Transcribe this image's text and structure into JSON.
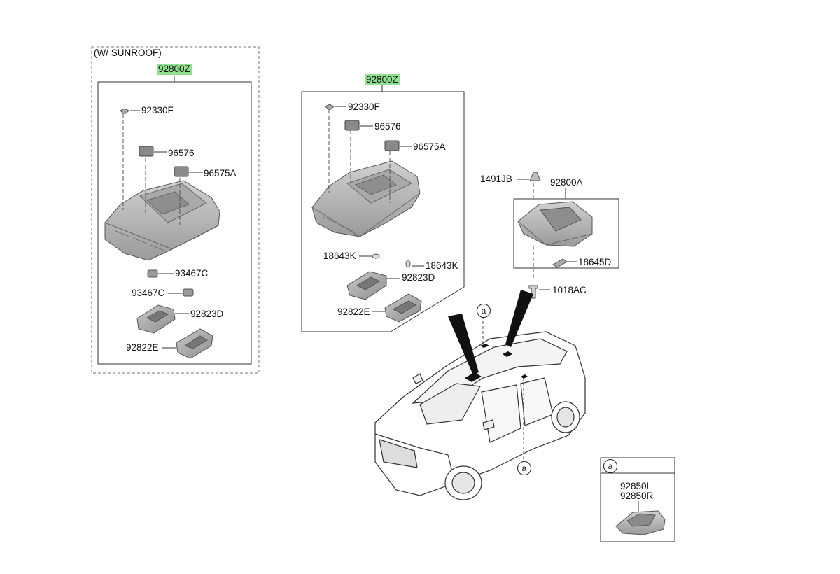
{
  "group_sunroof": {
    "condition": "(W/ SUNROOF)",
    "assembly": "92800Z",
    "parts": {
      "p92330F": "92330F",
      "p96576": "96576",
      "p96575A": "96575A",
      "p93467C_a": "93467C",
      "p93467C_b": "93467C",
      "p92823D": "92823D",
      "p92822E": "92822E"
    }
  },
  "group_std": {
    "assembly": "92800Z",
    "parts": {
      "p92330F": "92330F",
      "p96576": "96576",
      "p96575A": "96575A",
      "p18643K_a": "18643K",
      "p18643K_b": "18643K",
      "p92823D": "92823D",
      "p92822E": "92822E"
    }
  },
  "group_room": {
    "clip": "1491JB",
    "assembly": "92800A",
    "bulb": "18645D",
    "screw": "1018AC"
  },
  "detail_a": {
    "marker": "a",
    "part_left": "92850L",
    "part_right": "92850R"
  },
  "vehicle_markers": {
    "top": "a",
    "bottom": "a"
  },
  "colors": {
    "highlight": "#8fe08f",
    "part_fill": "#b9b9b9",
    "line": "#222222"
  }
}
